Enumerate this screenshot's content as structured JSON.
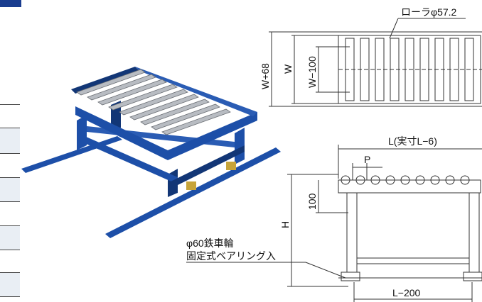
{
  "labels": {
    "roller": "ローラφ57.2",
    "w_plus": "W+68",
    "w": "W",
    "w_minus": "W−100",
    "length": "L(実寸L−6)",
    "pitch": "P",
    "height_100": "100",
    "height": "H",
    "caster_line1": "φ60鉄車輪",
    "caster_line2": "固定式ベアリング入",
    "base_length": "L−200"
  },
  "colors": {
    "frame": "#1d4fa8",
    "frame_dark": "#123676",
    "roller": "#b8bcc2",
    "line": "#333333"
  }
}
